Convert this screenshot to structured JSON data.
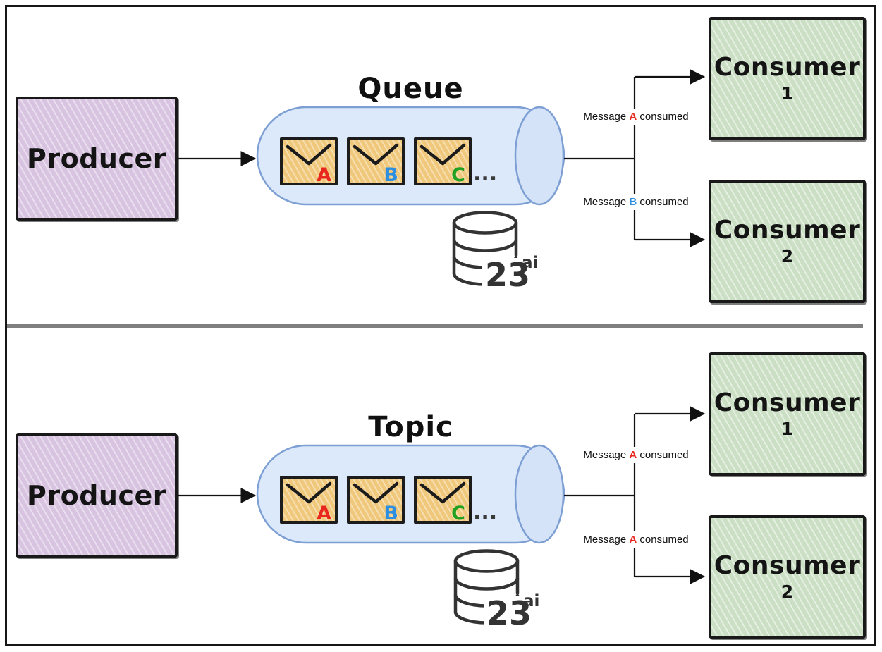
{
  "diagram": {
    "panels": [
      {
        "title": "Queue",
        "producer_label": "Producer",
        "messages": [
          {
            "letter": "A",
            "color": "#e8281e"
          },
          {
            "letter": "B",
            "color": "#2e8ee0"
          },
          {
            "letter": "C",
            "color": "#21a121"
          }
        ],
        "ellipsis": "...",
        "db": {
          "number": "23",
          "suffix": "ai"
        },
        "branches": [
          {
            "prefix": "Message",
            "letter": "A",
            "letter_color": "#e8281e",
            "suffix": "consumed"
          },
          {
            "prefix": "Message",
            "letter": "B",
            "letter_color": "#2e8ee0",
            "suffix": "consumed"
          }
        ],
        "consumers": [
          {
            "name": "Consumer",
            "number": "1"
          },
          {
            "name": "Consumer",
            "number": "2"
          }
        ]
      },
      {
        "title": "Topic",
        "producer_label": "Producer",
        "messages": [
          {
            "letter": "A",
            "color": "#e8281e"
          },
          {
            "letter": "B",
            "color": "#2e8ee0"
          },
          {
            "letter": "C",
            "color": "#21a121"
          }
        ],
        "ellipsis": "...",
        "db": {
          "number": "23",
          "suffix": "ai"
        },
        "branches": [
          {
            "prefix": "Message",
            "letter": "A",
            "letter_color": "#e8281e",
            "suffix": "consumed"
          },
          {
            "prefix": "Message",
            "letter": "A",
            "letter_color": "#e8281e",
            "suffix": "consumed"
          }
        ],
        "consumers": [
          {
            "name": "Consumer",
            "number": "1"
          },
          {
            "name": "Consumer",
            "number": "2"
          }
        ]
      }
    ]
  },
  "colors": {
    "producer_fill": "#d8c4e1",
    "consumer_fill": "#cbdfc5",
    "channel_fill": "#dbe9fa",
    "channel_stroke": "#7d9fd3",
    "envelope_fill": "#f0c87c",
    "line_color": "#111111",
    "divider_color": "#7f7f7f",
    "db_icon_color": "#333333",
    "outer_border": "#161616"
  }
}
